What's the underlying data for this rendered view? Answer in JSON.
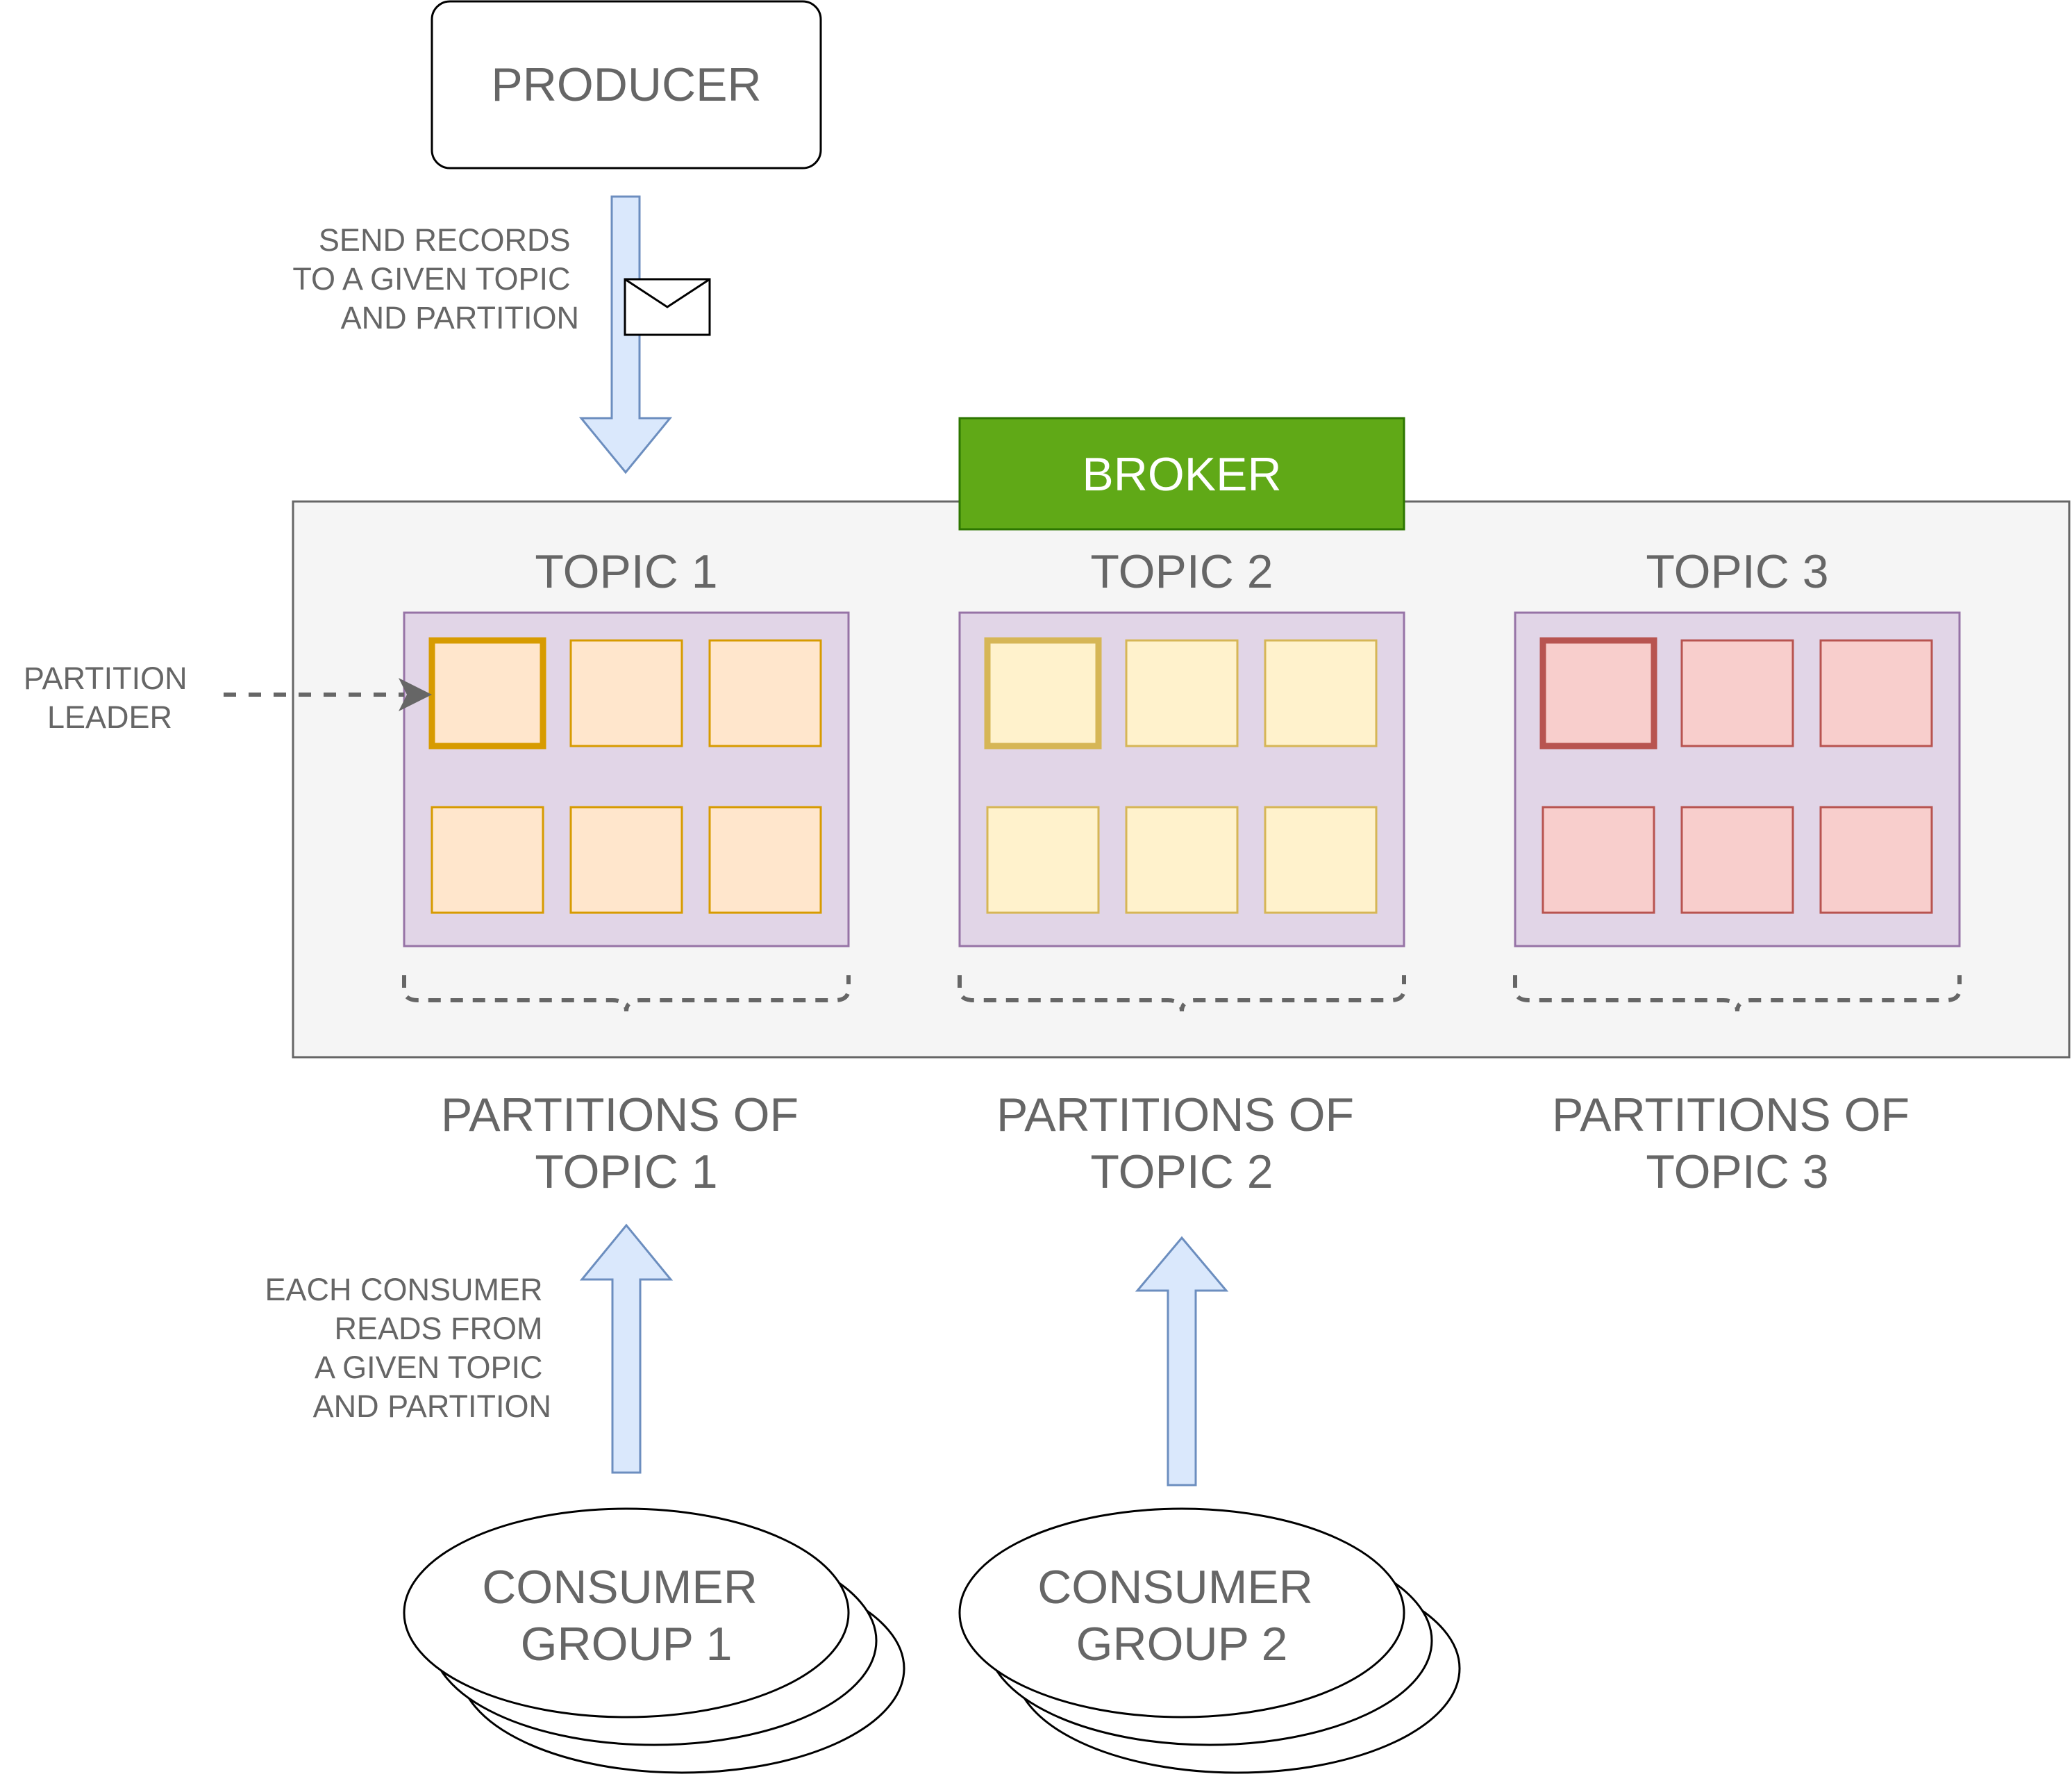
{
  "producer": {
    "label": "PRODUCER"
  },
  "send_note": {
    "lines": [
      "SEND RECORDS",
      "TO A GIVEN TOPIC",
      "AND PARTITION"
    ]
  },
  "broker": {
    "label": "BROKER",
    "color": "#60a917",
    "border": "#2d7600"
  },
  "partition_leader_note": {
    "lines": [
      "PARTITION",
      "LEADER"
    ]
  },
  "topics": [
    {
      "name": "TOPIC 1",
      "partitions_caption": [
        "PARTITIONS OF",
        "TOPIC 1"
      ],
      "partition_fill": "#ffe6cc",
      "partition_stroke": "#d79b00",
      "partitions": 6,
      "leader_index": 0
    },
    {
      "name": "TOPIC 2",
      "partitions_caption": [
        "PARTITIONS OF",
        "TOPIC 2"
      ],
      "partition_fill": "#fff2cc",
      "partition_stroke": "#d6b656",
      "partitions": 6,
      "leader_index": 0
    },
    {
      "name": "TOPIC 3",
      "partitions_caption": [
        "PARTITIONS OF",
        "TOPIC 3"
      ],
      "partition_fill": "#f8cecc",
      "partition_stroke": "#b85450",
      "partitions": 6,
      "leader_index": 0
    }
  ],
  "consumer_note": {
    "lines": [
      "EACH CONSUMER",
      "READS FROM",
      "A GIVEN TOPIC",
      "AND PARTITION"
    ]
  },
  "consumer_groups": [
    {
      "lines": [
        "CONSUMER",
        "GROUP 1"
      ]
    },
    {
      "lines": [
        "CONSUMER",
        "GROUP 2"
      ]
    }
  ],
  "colors": {
    "topic_container_fill": "#e1d5e7",
    "topic_container_stroke": "#9673a6",
    "broker_area_fill": "#f5f5f5",
    "broker_area_stroke": "#666666",
    "arrow_fill": "#dae8fc",
    "arrow_stroke": "#6c8ebf",
    "text": "#666666"
  }
}
